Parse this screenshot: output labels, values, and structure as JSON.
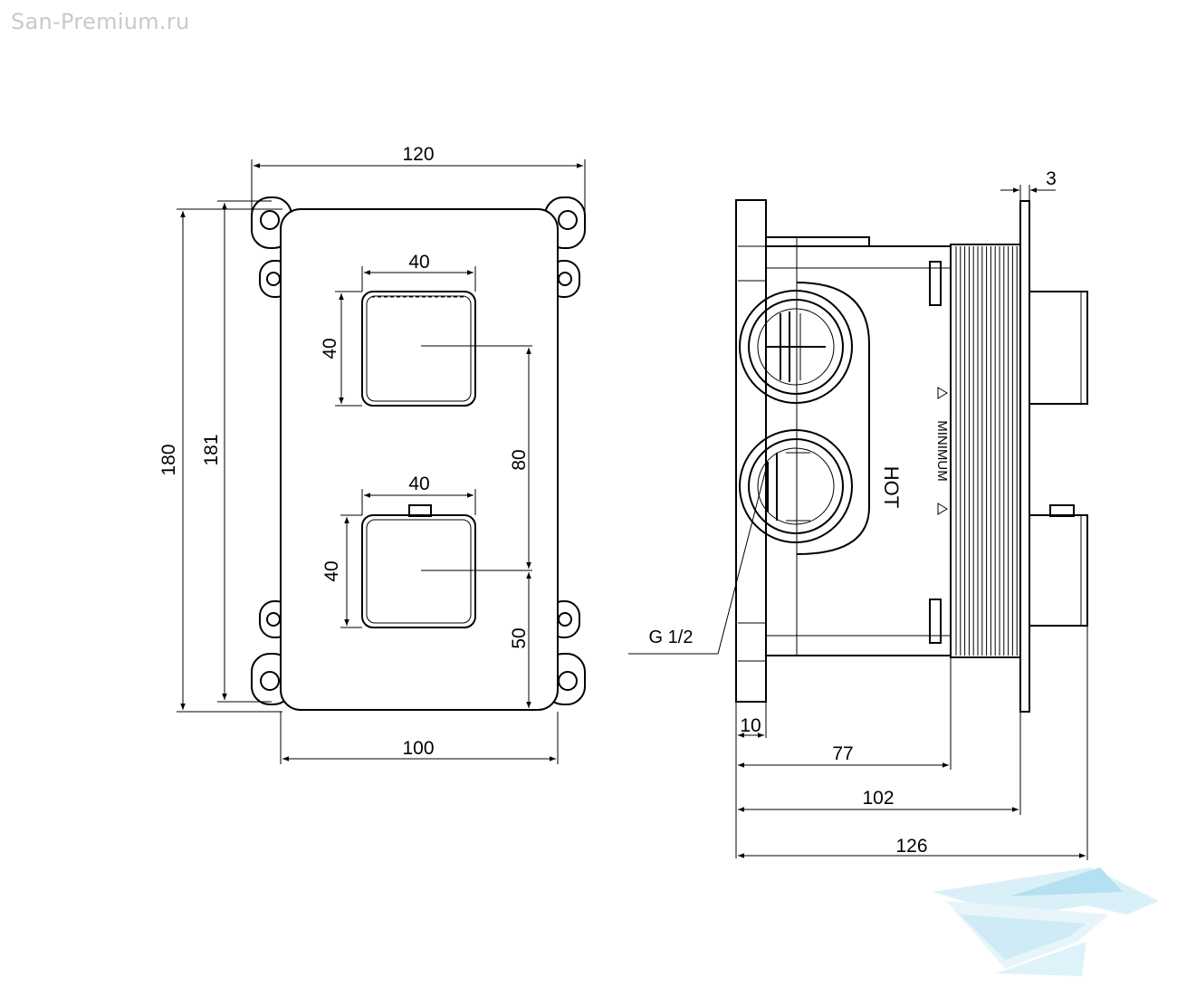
{
  "watermark": {
    "text": "San-Premium.ru"
  },
  "front_view": {
    "dims": {
      "overall_width": "120",
      "plate_width": "100",
      "overall_height": "180",
      "plate_height": "181",
      "top_knob_width": "40",
      "top_knob_height": "40",
      "bottom_knob_width": "40",
      "bottom_knob_height": "40",
      "knob_spacing": "80",
      "bottom_knob_offset": "50"
    }
  },
  "side_view": {
    "dims": {
      "plate_thickness": "3",
      "flange": "10",
      "body_depth": "77",
      "depth_to_plate": "102",
      "total_depth": "126"
    },
    "labels": {
      "thread": "G 1/2",
      "hot": "HOT",
      "minimum": "MINIMUM"
    }
  },
  "colors": {
    "line": "#000000",
    "watermark_text": "#c9c9c9",
    "logo": "#bfe3f2"
  },
  "icons": {
    "logo": "san-premium-logo-icon"
  }
}
